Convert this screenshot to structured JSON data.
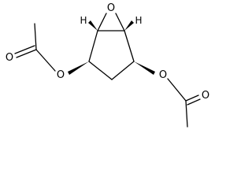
{
  "molecule": {
    "atoms": {
      "epoxide_o": "O",
      "h_left": "H",
      "h_right": "H",
      "ester_o_left": "O",
      "carbonyl_o_left": "O",
      "ester_o_right": "O",
      "carbonyl_o_right": "O"
    }
  },
  "colors": {
    "ink": "#000000",
    "background": "#ffffff"
  }
}
